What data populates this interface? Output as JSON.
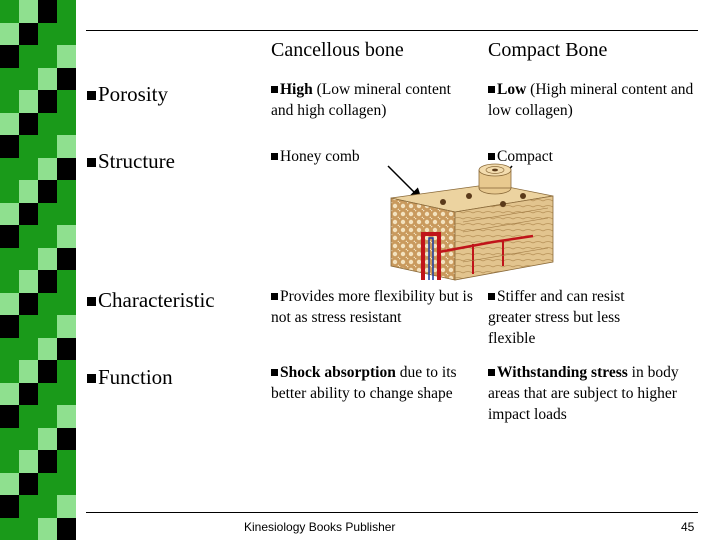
{
  "table": {
    "columns": [
      "Cancellous bone",
      "Compact Bone"
    ],
    "rows": [
      {
        "label": "Porosity",
        "cancellous": {
          "bold": "High",
          "rest": " (Low mineral content and high collagen)"
        },
        "compact": {
          "bold": "Low",
          "rest": " (High mineral content and low collagen)"
        }
      },
      {
        "label": "Structure",
        "cancellous": {
          "bold": "",
          "rest": "Honey comb"
        },
        "compact": {
          "bold": "",
          "rest": "Compact"
        }
      },
      {
        "label": "Characteristic",
        "cancellous": {
          "bold": "",
          "rest": "Provides more flexibility but is not as stress resistant"
        },
        "compact": {
          "bold": "",
          "rest": "Stiffer and can resist greater stress but less flexible"
        }
      },
      {
        "label": "Function",
        "cancellous": {
          "bold": "Shock absorption",
          "rest": " due to its better ability to change shape"
        },
        "compact": {
          "bold": "Withstanding stress",
          "rest": " in body areas that are subject to higher impact loads"
        }
      }
    ]
  },
  "footer": {
    "publisher": "Kinesiology Books Publisher",
    "page_number": "45"
  },
  "colors": {
    "stripe_green": "#1a9a1a",
    "stripe_light": "#8fe08f",
    "stripe_dark": "#000000",
    "bone_red": "#c0141a",
    "bone_tan": "#d9b57a"
  },
  "icons": {
    "illustration": "bone-cross-section-illustration"
  }
}
